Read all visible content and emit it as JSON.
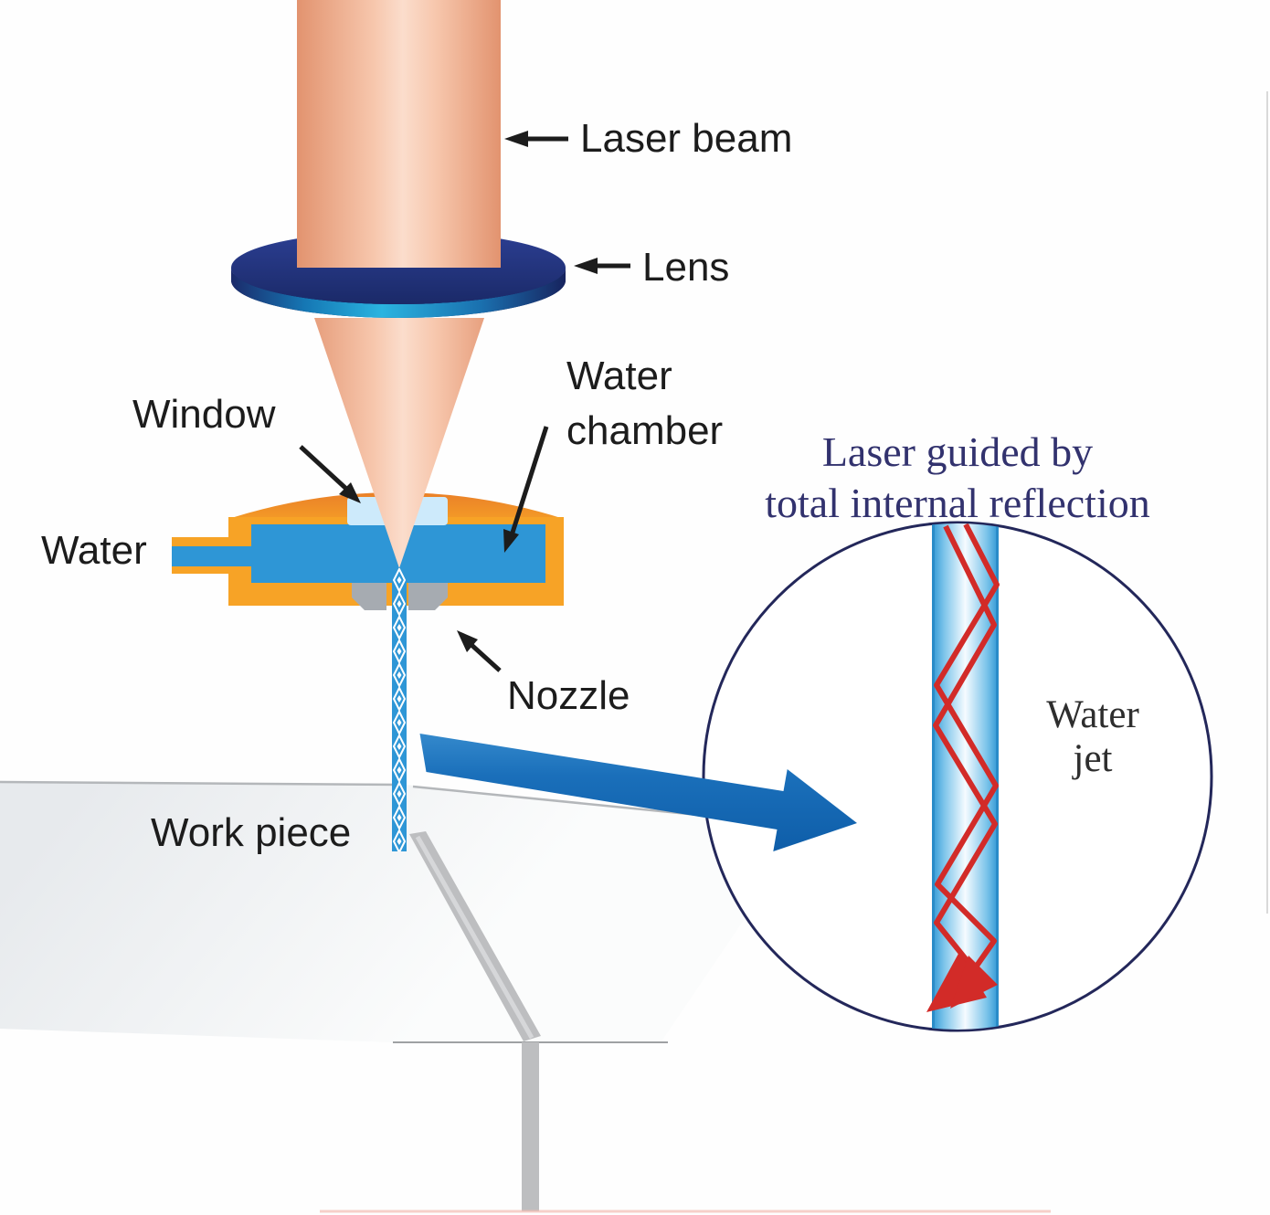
{
  "labels": {
    "laser_beam": "Laser beam",
    "lens": "Lens",
    "window": "Window",
    "water_chamber_line1": "Water",
    "water_chamber_line2": "chamber",
    "water_inlet": "Water",
    "nozzle": "Nozzle",
    "work_piece": "Work piece"
  },
  "inset": {
    "title_line1": "Laser guided by",
    "title_line2": "total internal reflection",
    "jet_label_line1": "Water",
    "jet_label_line2": "jet"
  },
  "colors": {
    "beam_edge": "#e2936f",
    "beam_mid": "#f7c7ad",
    "beam_light": "#fbddcc",
    "lens_face_top": "#2c3f93",
    "lens_face_bottom": "#1a2967",
    "lens_rim_dark": "#1b2a6a",
    "lens_rim_teal": "#2ab4e0",
    "lens_bottom": "#141f55",
    "chamber_orange": "#f7a326",
    "chamber_dome_dark": "#e0662a",
    "water_blue": "#2e96d6",
    "window_blue": "#cdeafb",
    "window_border": "#9ed3ef",
    "nozzle_gray": "#a6abb1",
    "workpiece_light": "#e7eaed",
    "workpiece_lighter": "#fbfcfc",
    "workpiece_edge": "#b4b7ba",
    "kerf_gray": "#bdbec0",
    "arrow_blue_top": "#3489cc",
    "arrow_blue": "#0e5da8",
    "circle_stroke": "#23275a",
    "column_edge": "#2f97d4",
    "column_center": "#f5fbff",
    "ray_red": "#d22b28",
    "title_indigo": "#32326e",
    "jet_label_dark": "#2e2e2e",
    "label_black": "#1c1c1c",
    "pink_line": "#f3bdb3"
  }
}
